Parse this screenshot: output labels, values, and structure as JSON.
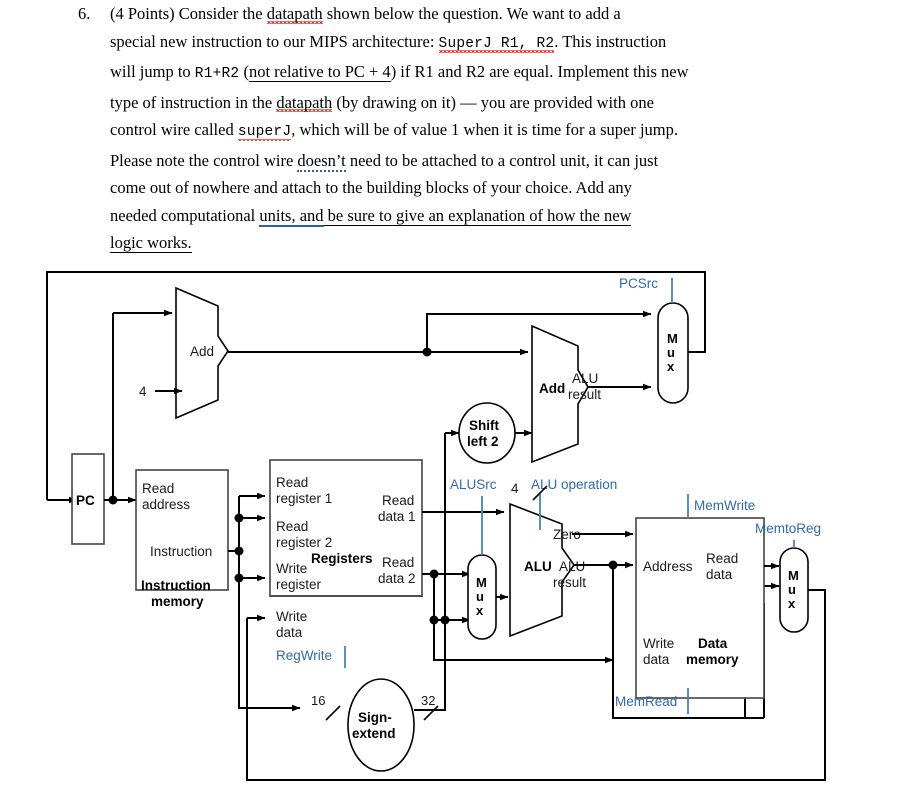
{
  "question": {
    "number": "6.",
    "points_label": "(4 Points)",
    "lines": [
      "(4 Points) Consider the datapath shown below the question. We want to add a",
      "special new instruction to our MIPS architecture: SuperJ R1, R2. This instruction",
      "will jump to R1+R2 (not relative to PC + 4) if R1 and R2 are equal. Implement this new",
      "type of instruction in the datapath (by drawing on it) — you are provided with one",
      "control wire called superJ, which will be of value 1 when it is time for a super jump.",
      "Please note the control wire doesn’t need to be attached to a control unit, it can just",
      "come out of nowhere and attach to the building blocks of your choice. Add any",
      "needed computational units, and be sure to give an explanation of how the new",
      "logic works."
    ],
    "seg": {
      "s1a": "(4 Points) Consider the ",
      "s1b": "datapath",
      "s1c": " shown below the question. We want to add a",
      "s2a": "special new instruction to our MIPS architecture: ",
      "s2b": "SuperJ R1, R2",
      "s2c": ". This instruction",
      "s3a": "will jump to ",
      "s3b": "R1+R2",
      "s3c": " (",
      "s3d": "not relative to PC + 4",
      "s3e": ") if R1 and R2 are equal. Implement this new",
      "s4a": "type of instruction in the ",
      "s4b": "datapath",
      "s4c": " (by drawing on it) — you are provided with one",
      "s5a": "control wire called ",
      "s5b": "superJ",
      "s5c": ", which will be of value 1 when it is time for a super jump.",
      "s6a": "Please note the control wire ",
      "s6b": "doesn’t",
      "s6c": " need to be attached to a control unit, it can just",
      "s7a": "come out of nowhere and attach to the building blocks of your choice. Add any",
      "s8a": "needed computational ",
      "s8b": "units, and",
      "s8c": " be sure to give an explanation of how the new",
      "s9a": "logic works."
    }
  },
  "diagram": {
    "title": "MIPS single-cycle datapath",
    "colors": {
      "wire": "#000000",
      "control": "#2f6bb0",
      "control_line": "#4a82bd",
      "box_stroke": "#444444",
      "background": "#ffffff"
    },
    "blocks": {
      "pc": "PC",
      "instruction_memory": {
        "read_address": "Read\naddress",
        "read_address_l1": "Read",
        "read_address_l2": "address",
        "instruction": "Instruction",
        "name_l1": "Instruction",
        "name_l2": "memory"
      },
      "registers": {
        "name": "Registers",
        "read_register_1_l1": "Read",
        "read_register_1_l2": "register 1",
        "read_register_2_l1": "Read",
        "read_register_2_l2": "register 2",
        "write_register_l1": "Write",
        "write_register_l2": "register",
        "write_data_l1": "Write",
        "write_data_l2": "data",
        "read_data_1_l1": "Read",
        "read_data_1_l2": "data 1",
        "read_data_2_l1": "Read",
        "read_data_2_l2": "data 2"
      },
      "data_memory": {
        "name_l1": "Data",
        "name_l2": "memory",
        "address": "Address",
        "write_data_l1": "Write",
        "write_data_l2": "data",
        "read_data_l1": "Read",
        "read_data_l2": "data"
      },
      "alu_main": {
        "name": "ALU",
        "zero": "Zero",
        "result_l1": "ALU",
        "result_l2": "result"
      },
      "adder_pc4": {
        "name": "Add"
      },
      "adder_branch": {
        "name": "Add",
        "result_l1": "ALU",
        "result_l2": "result"
      },
      "shift_left_2_l1": "Shift",
      "shift_left_2_l2": "left 2",
      "sign_extend_l1": "Sign-",
      "sign_extend_l2": "extend",
      "mux_label_m": "M",
      "mux_label_u": "u",
      "mux_label_x": "x"
    },
    "control_signals": [
      "PCSrc",
      "ALUSrc",
      "ALU operation",
      "MemWrite",
      "MemtoReg",
      "RegWrite",
      "MemRead"
    ],
    "constants": {
      "four_pc": "4",
      "four_aluop": "4",
      "bits_16": "16",
      "bits_32": "32"
    }
  }
}
